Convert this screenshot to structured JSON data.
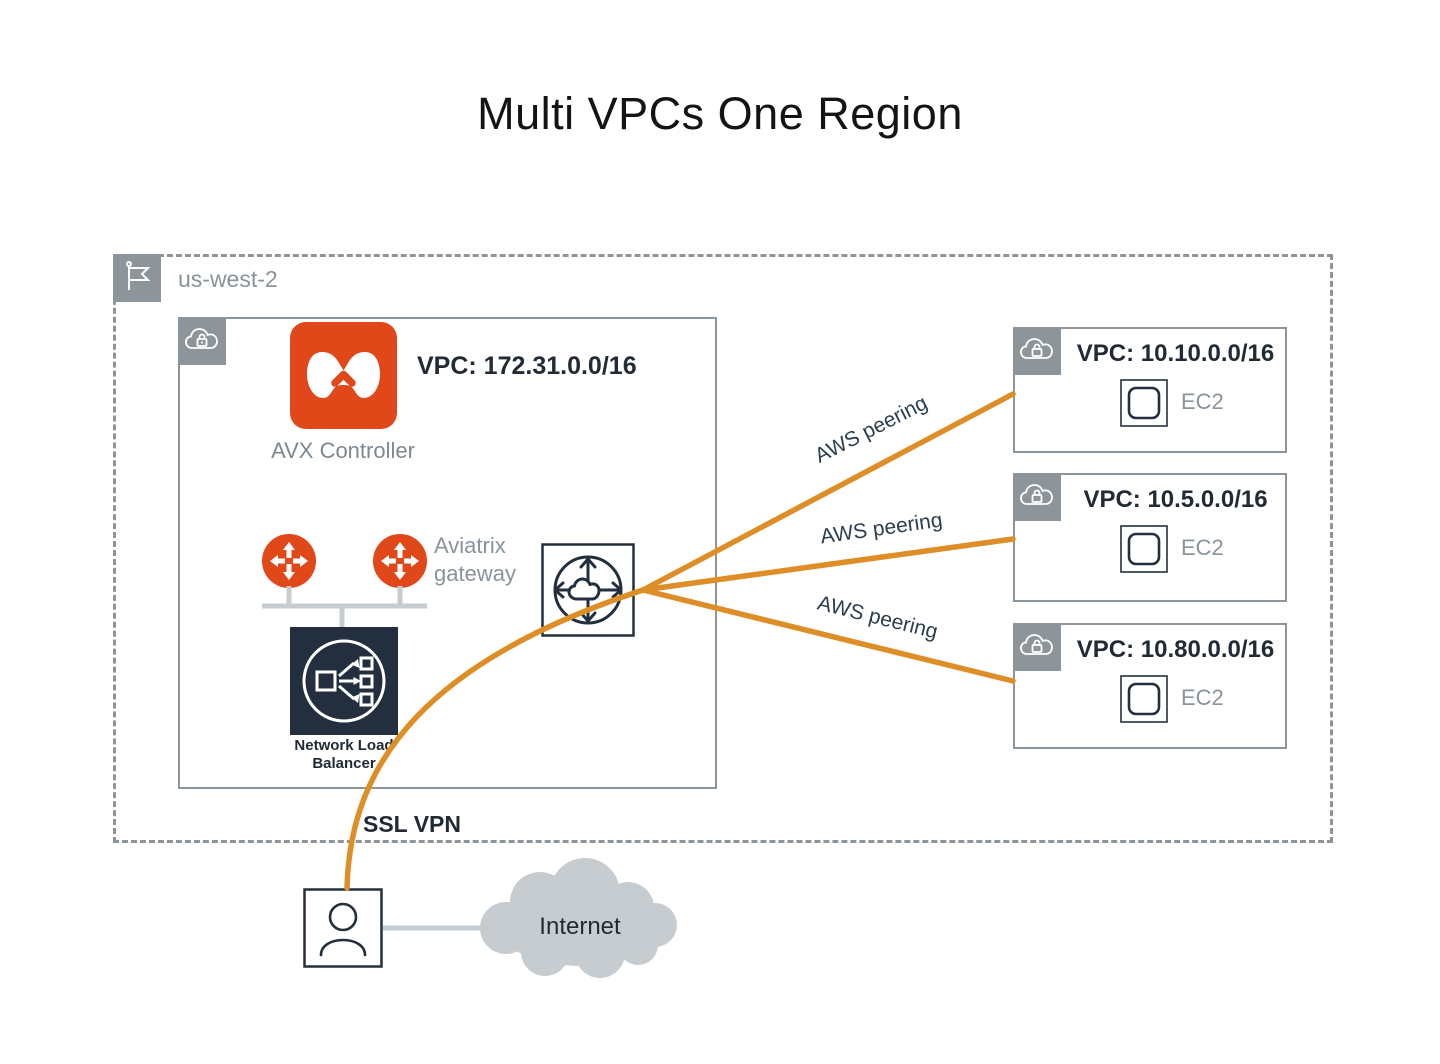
{
  "title": "Multi VPCs One Region",
  "region": {
    "label": "us-west-2"
  },
  "controller": {
    "label": "AVX Controller",
    "vpc_cidr": "VPC: 172.31.0.0/16"
  },
  "gateway": {
    "label_line1": "Aviatrix",
    "label_line2": "gateway"
  },
  "nlb": {
    "label_line1": "Network Load",
    "label_line2": "Balancer"
  },
  "peering": {
    "labels": [
      "AWS peering",
      "AWS peering",
      "AWS peering"
    ]
  },
  "vpcs": [
    {
      "cidr": "VPC: 10.10.0.0/16",
      "instance_label": "EC2"
    },
    {
      "cidr": "VPC: 10.5.0.0/16",
      "instance_label": "EC2"
    },
    {
      "cidr": "VPC: 10.80.0.0/16",
      "instance_label": "EC2"
    }
  ],
  "vpn": {
    "label": "SSL VPN"
  },
  "internet": {
    "label": "Internet"
  },
  "colors": {
    "aviatrix_orange": "#E0481A",
    "peering_line_orange": "#DE8E27",
    "dark_navy": "#232F3E",
    "badge_gray": "#8D959B",
    "border_gray": "#8C959B",
    "text_gray": "#8A939B",
    "connector_gray": "#C7CCD1",
    "cloud_gray": "#C7CCD1",
    "label_dark": "#1F2A35"
  }
}
